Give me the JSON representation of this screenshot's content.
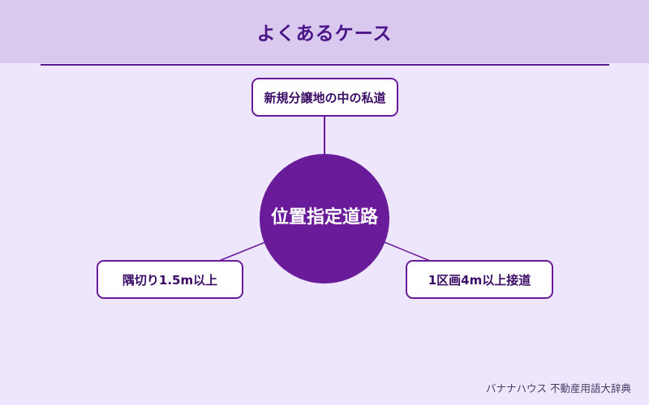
{
  "title": "よくあるケース",
  "center": {
    "label": "位置指定道路",
    "color": "#6a1b9a"
  },
  "nodes": {
    "top": "新規分譲地の中の私道",
    "left": "隅切り1.5m以上",
    "right": "1区画4m以上接道"
  },
  "footer": "バナナハウス 不動産用語大辞典",
  "colors": {
    "background": "#ede6fd",
    "header": "#d9c9ef",
    "accent": "#6a1b9a",
    "title_text": "#4a1486"
  }
}
